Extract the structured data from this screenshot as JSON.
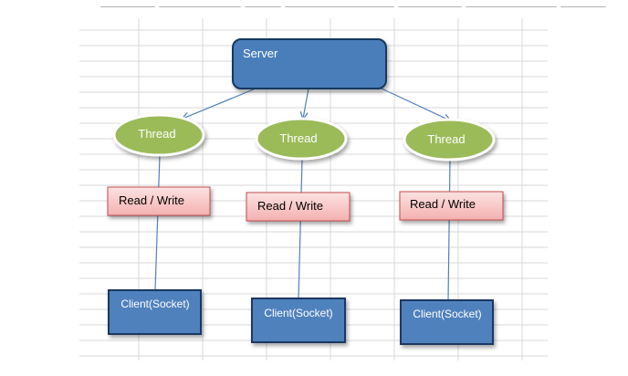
{
  "diagram": {
    "server": {
      "label": "Server"
    },
    "threads": [
      {
        "label": "Thread"
      },
      {
        "label": "Thread"
      },
      {
        "label": "Thread"
      }
    ],
    "io": [
      {
        "label": "Read / Write"
      },
      {
        "label": "Read / Write"
      },
      {
        "label": "Read / Write"
      }
    ],
    "clients": [
      {
        "label": "Client(Socket)"
      },
      {
        "label": "Client(Socket)"
      },
      {
        "label": "Client(Socket)"
      }
    ]
  },
  "colors": {
    "server_fill": "#4a7ebb",
    "server_stroke": "#17375e",
    "thread_fill": "#9bbb59",
    "io_fill": "#f7c0c0",
    "io_stroke": "#c0504d",
    "client_fill": "#4f81bd",
    "client_stroke": "#1f3864",
    "connector": "#4f81bd",
    "grid": "#d9d9d9"
  }
}
